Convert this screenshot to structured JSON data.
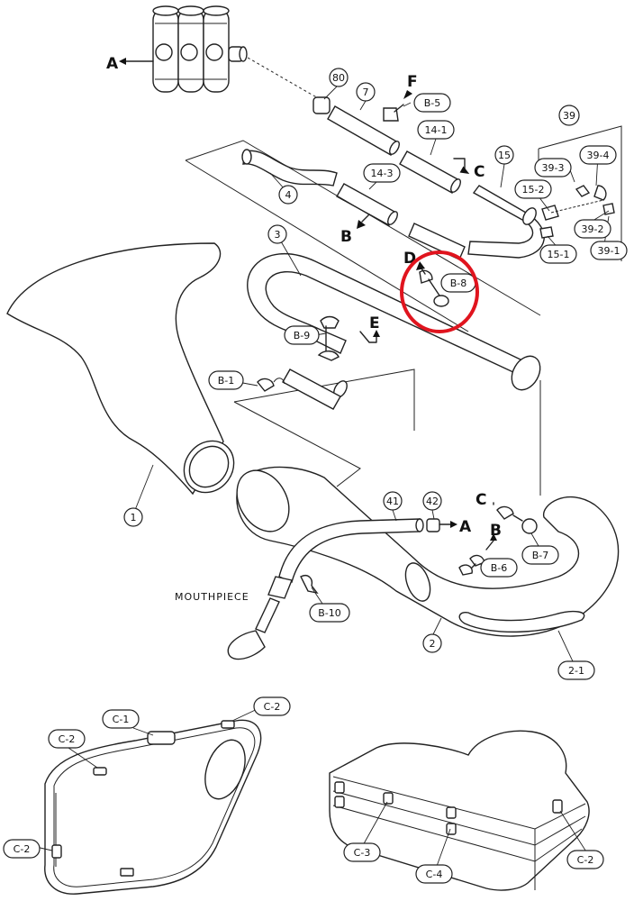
{
  "highlight_color": "#e0141e",
  "callouts": {
    "c80": "80",
    "c7": "7",
    "c14_1": "14-1",
    "c15": "15",
    "c39": "39",
    "c39_3": "39-3",
    "c39_4": "39-4",
    "c15_2": "15-2",
    "c39_2": "39-2",
    "c15_1": "15-1",
    "c39_1": "39-1",
    "c4": "4",
    "c14_3": "14-3",
    "c3": "3",
    "c9": "B-9",
    "c8": "B-8",
    "cB1": "B-1",
    "cB5": "B-5",
    "c1": "1",
    "c41": "41",
    "c42": "42",
    "cB7": "B-7",
    "cB6": "B-6",
    "cB10": "B-10",
    "c2": "2",
    "c2_1": "2-1",
    "cC1": "C-1",
    "cC2a": "C-2",
    "cC2b": "C-2",
    "cC2c": "C-2",
    "cC2d": "C-2",
    "cC3": "C-3",
    "cC4": "C-4"
  },
  "letters": {
    "A_top": "A",
    "F": "F",
    "C_top": "C",
    "B_top": "B",
    "D": "D",
    "E": "E",
    "C_bot": "C",
    "B_bot": "B",
    "A_bot": "A"
  },
  "mouthpiece_label": "MOUTHPIECE"
}
